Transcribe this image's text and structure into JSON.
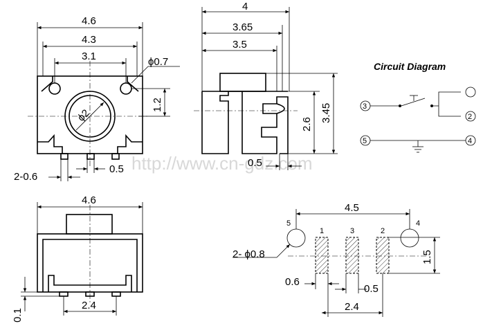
{
  "watermark": "http://www.cn-gdz.com",
  "top_view": {
    "width_outer": "4.6",
    "width_mid": "4.3",
    "width_inner": "3.1",
    "hole_dia": "ϕ0.7",
    "hole_pitch": "1.2",
    "actuator_dia": "ϕ2",
    "lead_width": "2-0.6",
    "lead_gap": "0.5"
  },
  "side_view": {
    "length": "4",
    "length_mid": "3.65",
    "length_inner": "3.5",
    "height_total": "3.45",
    "height_body": "2.6",
    "lead_len": "0.5"
  },
  "circuit": {
    "title": "Circuit Diagram",
    "pins": [
      "3",
      "2",
      "5",
      "4"
    ]
  },
  "front_view": {
    "width": "4.6",
    "lead_span": "2.4",
    "standoff": "0.1"
  },
  "pcb_layout": {
    "pitch": "4.5",
    "hole_dia": "2- ϕ0.8",
    "pad_height": "1.5",
    "pad_width": "0.6",
    "pad_gap": "0.5",
    "pad_span": "2.4",
    "pad_labels": [
      "5",
      "1",
      "3",
      "2",
      "4"
    ]
  }
}
